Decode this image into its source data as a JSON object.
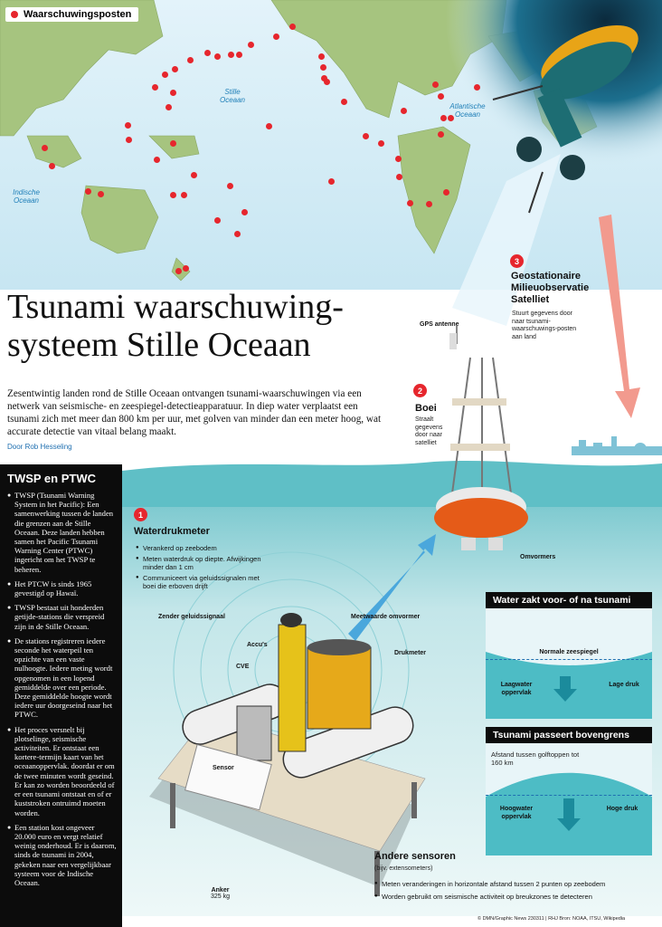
{
  "legend": {
    "label": "Waarschuwingsposten"
  },
  "oceans": {
    "pacific": "Stille Oceaan",
    "atlantic": "Atlantische Oceaan",
    "indian": "Indische Oceaan"
  },
  "title": {
    "line1": "Tsunami waarschuwing-",
    "line2": "systeem Stille Oceaan"
  },
  "intro": "Zesentwintig landen rond de Stille Oceaan ontvangen tsunami-waarschuwingen via een netwerk van seismische- en zeespiegel-detectieapparatuur. In diep water verplaatst een tsunami zich met meer dan 800 km per uur, met golven van minder dan een meter hoog, wat accurate detectie van vitaal belang maakt.",
  "byline": "Door Rob Hesseling",
  "sidebar": {
    "title": "TWSP en PTWC",
    "items": [
      "TWSP (Tsunami Warning System in het Pacific): Een samenwerking tussen de landen die grenzen aan de Stille Oceaan. Deze landen hebben samen het Pacific Tsunami Warning Center (PTWC) ingericht om het TWSP te beheren.",
      "Het PTCW is sinds 1965 gevestigd op Hawaï.",
      "TWSP bestaat uit honderden getijde-stations die verspreid zijn in de Stille Oceaan.",
      "De stations registreren iedere seconde het waterpeil ten opzichte van een vaste nulhoogte. Iedere meting wordt opgenomen in een lopend gemiddelde over een periode. Deze gemiddelde hoogte wordt iedere uur doorgeseind naar het PTWC.",
      "Het proces versnelt bij plotselinge, seismische activiteiten. Er ontstaat een kortere-termijn kaart van het oceaanoppervlak. doordat er om de twee minuten wordt geseind. Er kan zo worden beoordeeld of er een tsunami ontstaat en of er kuststroken ontruimd moeten worden.",
      "Een station kost ongeveer 20.000 euro en vergt relatief weinig onderhoud. Er is daarom, sinds de tsunami in 2004, gekeken naar een vergelijkbaar systeem voor de Indische Oceaan."
    ]
  },
  "satellite": {
    "number": "3",
    "title": "Geostationaire Milieuobservatie Satelliet",
    "desc": "Stuurt gegevens door naar tsunami-waarschuwings-posten aan land"
  },
  "buoy": {
    "number": "2",
    "title": "Boei",
    "desc": "Straalt gegevens door naar satelliet",
    "gps": "GPS antenne",
    "transducers": "Omvormers"
  },
  "pressure": {
    "number": "1",
    "title": "Waterdrukmeter",
    "bullets": [
      "Verankerd op zeebodem",
      "Meten waterdruk op diepte. Afwijkingen minder dan 1 cm",
      "Communiceert via geluidssignalen met boei die erboven drijft"
    ],
    "labels": {
      "transmitter": "Zender geluidssignaal",
      "batteries": "Accu's",
      "cve": "CVE",
      "converter": "Meetwaarde omvormer",
      "gauge": "Drukmeter",
      "sensor": "Sensor",
      "anchor": "Anker",
      "anchor_weight": "325 kg"
    }
  },
  "panel1": {
    "title": "Water zakt voor- of na tsunami",
    "normal": "Normale zeespiegel",
    "left": "Laagwater oppervlak",
    "right": "Lage druk"
  },
  "panel2": {
    "title": "Tsunami passeert bovengrens",
    "distance": "Afstand tussen golftoppen tot 160 km",
    "left": "Hoogwater oppervlak",
    "right": "Hoge druk"
  },
  "other": {
    "title": "Andere sensoren",
    "subtitle": "(bijv. extensometers)",
    "bullets": [
      "Meten veranderingen in horizontale afstand tussen 2 punten op zeebodem",
      "Worden gebruikt om seismische activiteit op breukzones te detecteren"
    ]
  },
  "credits": "© DMN/Graphic News 230311 | RHJ Bron: NOAA, ITSU, Wikipedia",
  "colors": {
    "marker": "#e6262d",
    "sea": "#cfe9f4",
    "land": "#9fc07a",
    "ink": "#0c0c0c"
  }
}
